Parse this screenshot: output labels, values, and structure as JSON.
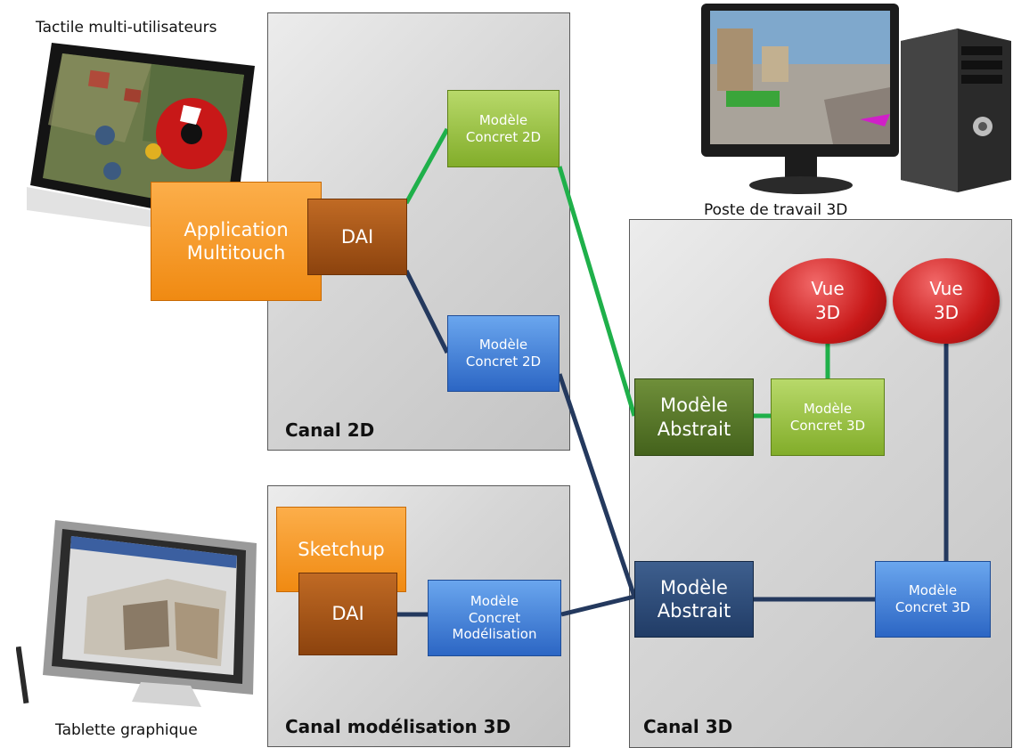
{
  "captions": {
    "tactile": "Tactile multi-utilisateurs",
    "poste": "Poste de travail 3D",
    "tablette": "Tablette graphique"
  },
  "canals": {
    "c2d": "Canal 2D",
    "cmod": "Canal modélisation 3D",
    "c3d": "Canal 3D"
  },
  "nodes": {
    "app_multitouch": "Application\nMultitouch",
    "dai_top": "DAI",
    "mc2d_green": "Modèle\nConcret 2D",
    "mc2d_blue": "Modèle\nConcret 2D",
    "ma_green": "Modèle\nAbstrait",
    "mc3d_green": "Modèle\nConcret 3D",
    "vue3d_left": "Vue\n3D",
    "vue3d_right": "Vue\n3D",
    "sketchup": "Sketchup",
    "dai_bottom": "DAI",
    "mc_model": "Modèle\nConcret\nModélisation",
    "ma_blue": "Modèle\nAbstrait",
    "mc3d_blue": "Modèle\nConcret 3D"
  },
  "colors": {
    "green_link": "#1fb04a",
    "navy_link": "#24395e"
  }
}
